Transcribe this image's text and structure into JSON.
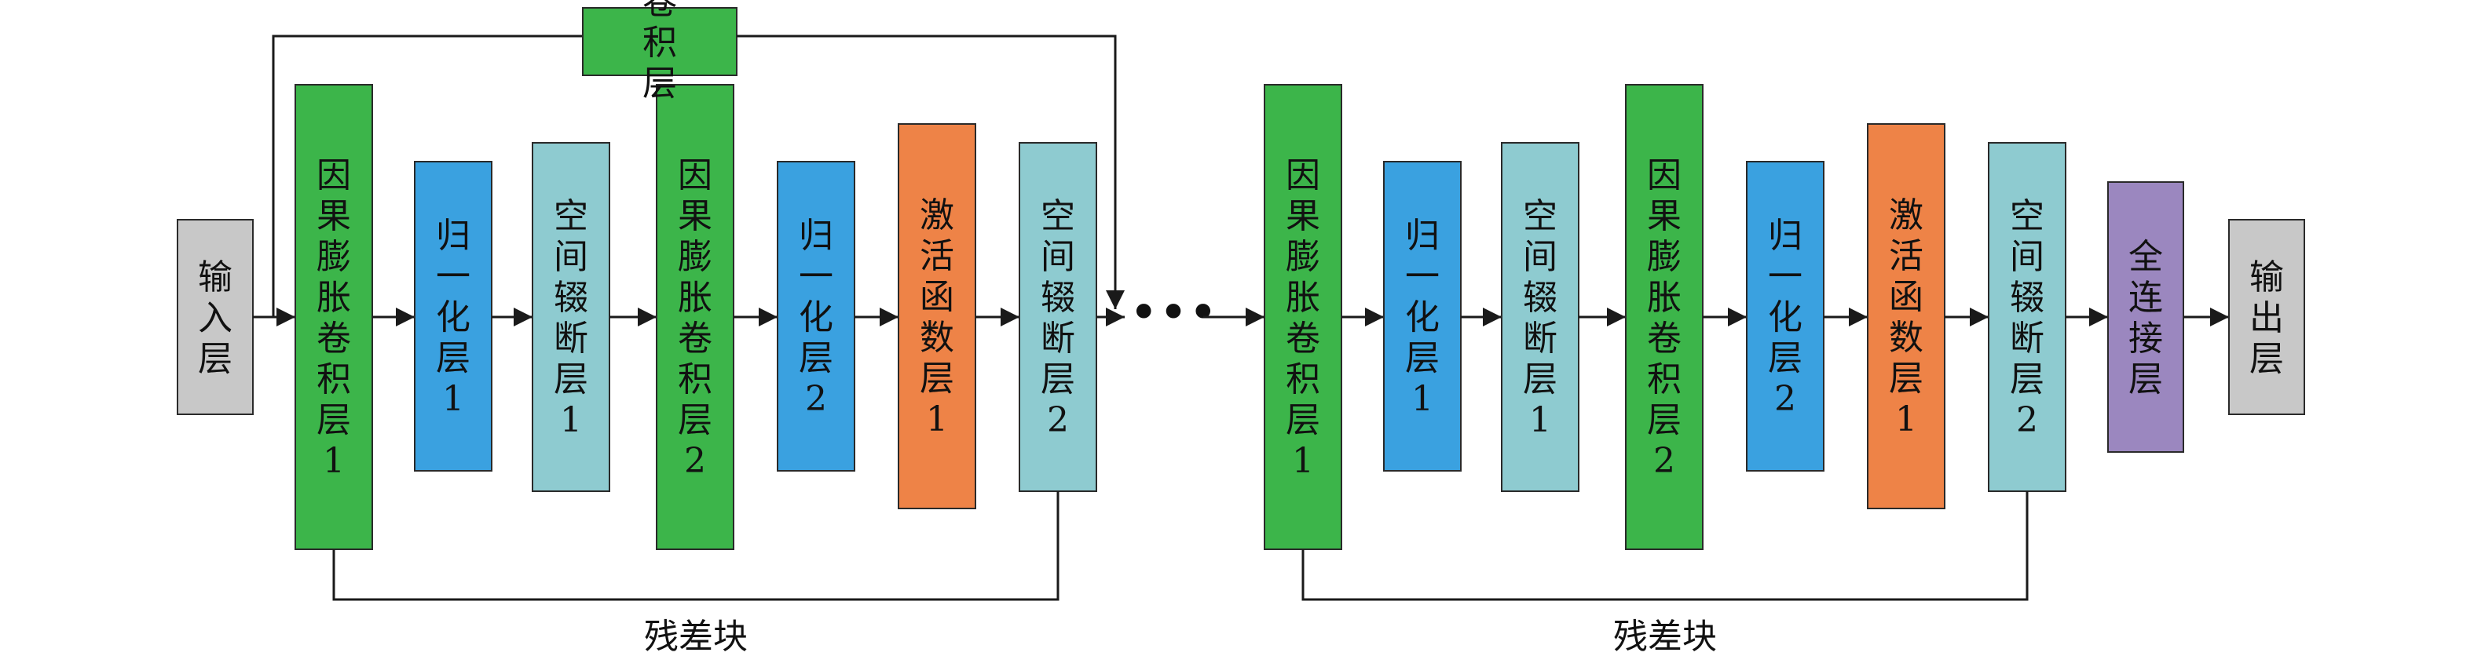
{
  "input": "输入层",
  "skip_conv": "卷积层",
  "blocks": [
    {
      "caption": "残差块",
      "layers": [
        {
          "text": "因果膨胀卷积层1",
          "kind": "causal-dilated-conv"
        },
        {
          "text": "归一化层1",
          "kind": "normalization"
        },
        {
          "text": "空间辍断层1",
          "kind": "spatial-dropout"
        },
        {
          "text": "因果膨胀卷积层2",
          "kind": "causal-dilated-conv"
        },
        {
          "text": "归一化层2",
          "kind": "normalization"
        },
        {
          "text": "激活函数层1",
          "kind": "activation"
        },
        {
          "text": "空间辍断层2",
          "kind": "spatial-dropout"
        }
      ]
    },
    {
      "caption": "残差块",
      "layers": [
        {
          "text": "因果膨胀卷积层1",
          "kind": "causal-dilated-conv"
        },
        {
          "text": "归一化层1",
          "kind": "normalization"
        },
        {
          "text": "空间辍断层1",
          "kind": "spatial-dropout"
        },
        {
          "text": "因果膨胀卷积层2",
          "kind": "causal-dilated-conv"
        },
        {
          "text": "归一化层2",
          "kind": "normalization"
        },
        {
          "text": "激活函数层1",
          "kind": "activation"
        },
        {
          "text": "空间辍断层2",
          "kind": "spatial-dropout"
        }
      ]
    }
  ],
  "ellipsis": "•••",
  "fully_connected": "全连接层",
  "output": "输出层",
  "colors": {
    "io": "#c8c8c8",
    "causal-dilated-conv": "#3cb54a",
    "normalization": "#3aa1e0",
    "spatial-dropout": "#8ecbd0",
    "activation": "#ee8347",
    "fully-connected": "#9b87bf",
    "skip-conv": "#3cb54a",
    "line": "#1a1a1a"
  }
}
